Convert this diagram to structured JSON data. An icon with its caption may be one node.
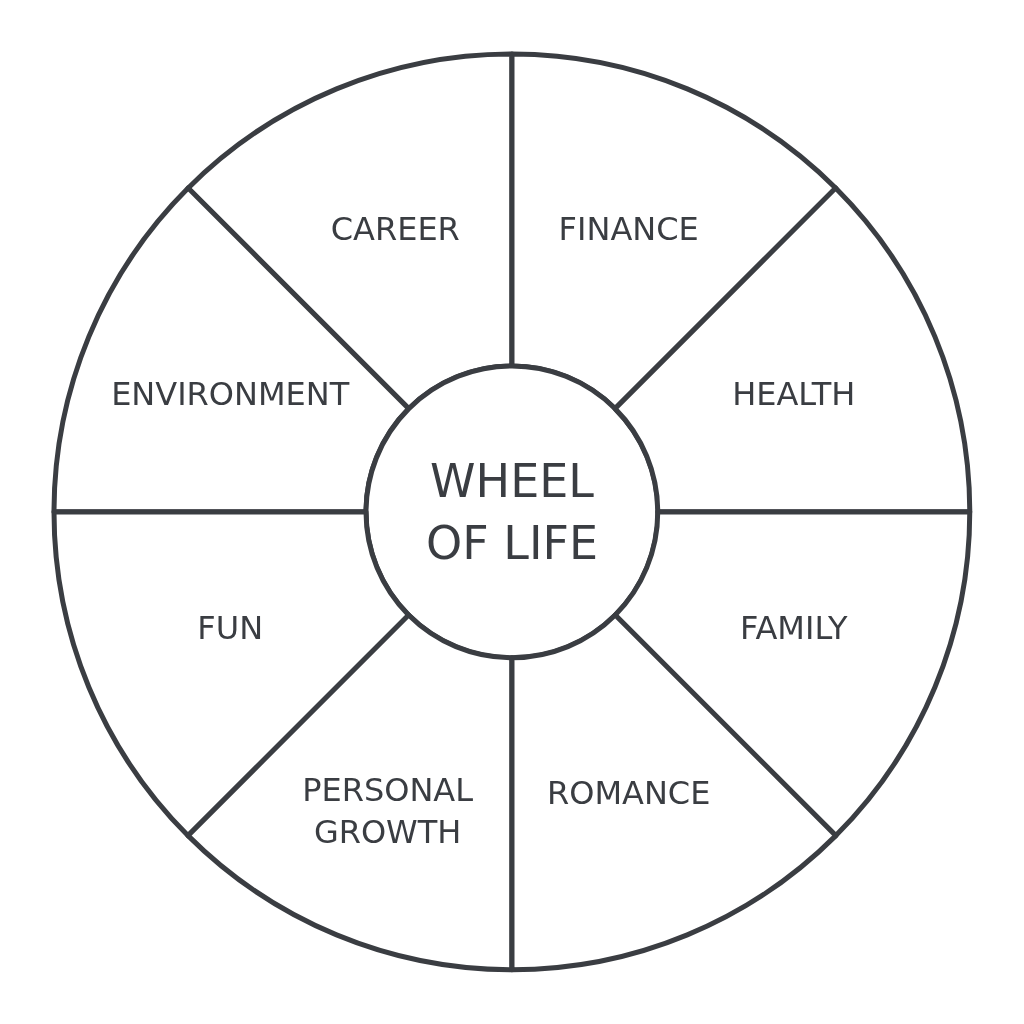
{
  "diagram": {
    "nodes": [
      {
        "text": [
          "CAREER"
        ]
      },
      {
        "text": [
          "FINANCE"
        ]
      },
      {
        "text": [
          "ENVIRONMENT"
        ]
      },
      {
        "text": [
          "WHEEL OF LIFE"
        ]
      },
      {
        "text": [
          "HEALTH"
        ]
      },
      {
        "text": [
          "FUN"
        ]
      },
      {
        "text": [
          "FAMILY"
        ]
      },
      {
        "text": [
          "PERSONAL GROWTH"
        ]
      },
      {
        "text": [
          "ROMANCE"
        ]
      }
    ]
  }
}
